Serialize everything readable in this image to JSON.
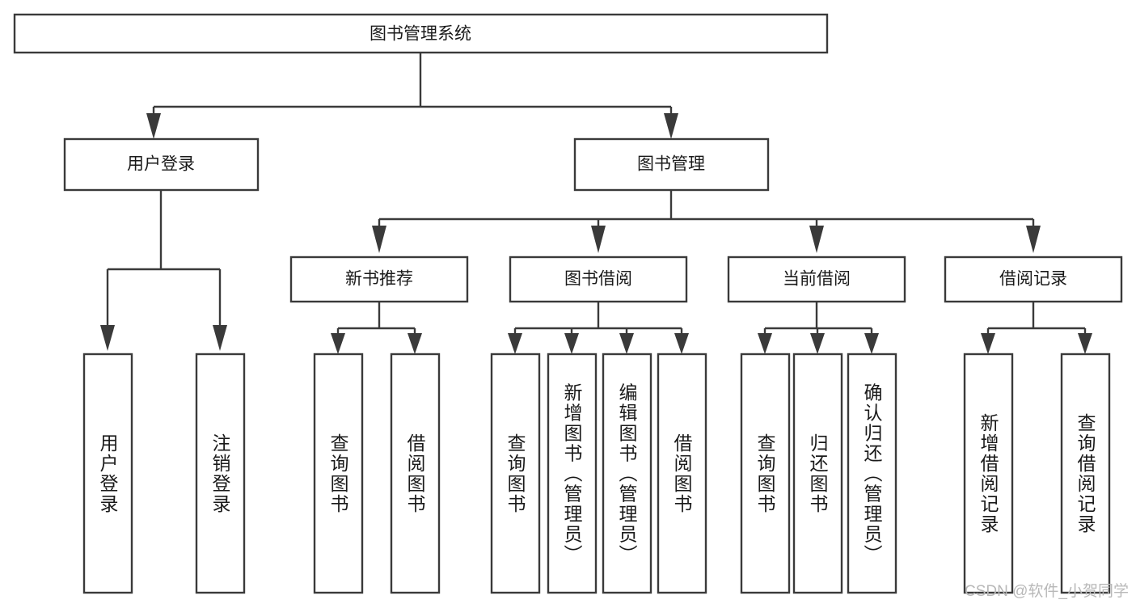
{
  "diagram": {
    "title": "图书管理系统",
    "type": "hierarchy-tree",
    "root": {
      "id": "root",
      "label": "图书管理系统"
    },
    "level1": [
      {
        "id": "user-login",
        "label": "用户登录"
      },
      {
        "id": "book-management",
        "label": "图书管理"
      }
    ],
    "level2": [
      {
        "id": "new-book-recommend",
        "label": "新书推荐",
        "parent": "book-management"
      },
      {
        "id": "book-borrow",
        "label": "图书借阅",
        "parent": "book-management"
      },
      {
        "id": "current-borrow",
        "label": "当前借阅",
        "parent": "book-management"
      },
      {
        "id": "borrow-record",
        "label": "借阅记录",
        "parent": "book-management"
      }
    ],
    "leaves": {
      "user_login": [
        {
          "id": "leaf-user-login",
          "label": "用户登录"
        },
        {
          "id": "leaf-user-logout",
          "label": "注销登录"
        }
      ],
      "new_book_recommend": [
        {
          "id": "leaf-query-book-1",
          "label": "查询图书"
        },
        {
          "id": "leaf-borrow-book-1",
          "label": "借阅图书"
        }
      ],
      "book_borrow": [
        {
          "id": "leaf-query-book-2",
          "label": "查询图书"
        },
        {
          "id": "leaf-add-book",
          "label": "新增图书（管理员）"
        },
        {
          "id": "leaf-edit-book",
          "label": "编辑图书（管理员）"
        },
        {
          "id": "leaf-borrow-book-2",
          "label": "借阅图书"
        }
      ],
      "current_borrow": [
        {
          "id": "leaf-query-book-3",
          "label": "查询图书"
        },
        {
          "id": "leaf-return-book",
          "label": "归还图书"
        },
        {
          "id": "leaf-confirm-return",
          "label": "确认归还（管理员）"
        }
      ],
      "borrow_record": [
        {
          "id": "leaf-add-record",
          "label": "新增借阅记录"
        },
        {
          "id": "leaf-query-record",
          "label": "查询借阅记录"
        }
      ]
    },
    "colors": {
      "box_fill": "#ffffff",
      "box_stroke": "#3a3a3a",
      "text": "#1a1a1a",
      "background": "#ffffff",
      "watermark": "#b8b8b8"
    }
  },
  "watermark": {
    "text": "CSDN @软件_小贺同学"
  }
}
